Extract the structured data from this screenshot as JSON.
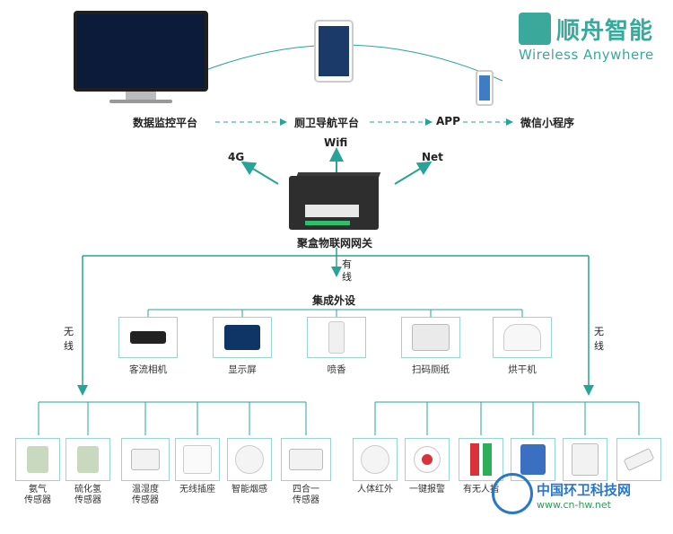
{
  "brand": {
    "name": "顺舟智能",
    "slogan": "Wireless Anywhere"
  },
  "platforms": [
    {
      "label": "数据监控平台"
    },
    {
      "label": "厕卫导航平台"
    },
    {
      "label": "APP"
    },
    {
      "label": "微信小程序"
    }
  ],
  "network": {
    "g4": "4G",
    "wifi": "Wifi",
    "net": "Net"
  },
  "gateway": {
    "label": "聚盒物联网网关"
  },
  "wired": {
    "label": "有\n线"
  },
  "integrated": {
    "label": "集成外设"
  },
  "wireless_left": {
    "label": "无\n线"
  },
  "wireless_right": {
    "label": "无\n线"
  },
  "peripherals": [
    {
      "label": "客流相机",
      "icon": "people-counter-camera-icon"
    },
    {
      "label": "显示屏",
      "icon": "display-screen-icon"
    },
    {
      "label": "喷香",
      "icon": "fragrance-dispenser-icon"
    },
    {
      "label": "扫码厕纸",
      "icon": "scan-paper-dispenser-icon"
    },
    {
      "label": "烘干机",
      "icon": "hand-dryer-icon"
    }
  ],
  "left_sensors": [
    {
      "label": "氨气\n传感器",
      "icon": "ammonia-sensor-icon"
    },
    {
      "label": "硫化氢\n传感器",
      "icon": "h2s-sensor-icon"
    },
    {
      "label": "温湿度\n传感器",
      "icon": "temp-humidity-sensor-icon"
    },
    {
      "label": "无线插座",
      "icon": "wireless-socket-icon"
    },
    {
      "label": "智能烟感",
      "icon": "smoke-detector-icon"
    },
    {
      "label": "四合一\n传感器",
      "icon": "four-in-one-sensor-icon"
    }
  ],
  "right_sensors": [
    {
      "label": "人体红外",
      "icon": "pir-sensor-icon"
    },
    {
      "label": "一键报警",
      "icon": "alarm-button-icon"
    },
    {
      "label": "有无人指",
      "icon": "occupancy-indicator-icon"
    },
    {
      "label": "",
      "icon": "water-meter-icon"
    },
    {
      "label": "",
      "icon": "electric-meter-icon"
    },
    {
      "label": "",
      "icon": "leak-sensor-icon"
    }
  ],
  "watermark": {
    "cn": "中国环卫科技网",
    "url": "www.cn-hw.net"
  },
  "colors": {
    "teal": "#27a397",
    "brand": "#3aa99b"
  }
}
